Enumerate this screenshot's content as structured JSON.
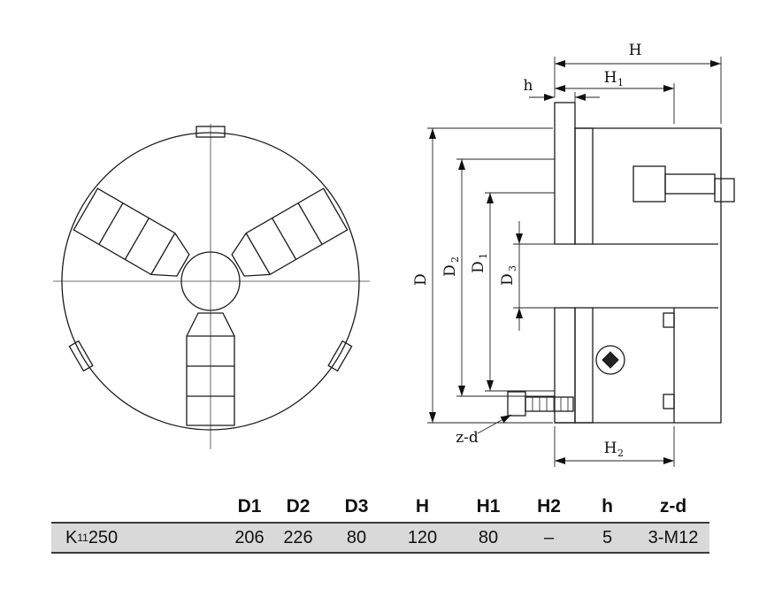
{
  "page": {
    "background": "#ffffff",
    "line_color": "#1b1b1b",
    "row_bg": "#d9d9d9"
  },
  "drawing": {
    "description": "three-jaw-chuck front view and cross-section side view",
    "dims": {
      "H": "H",
      "H1": {
        "main": "H",
        "sub": "1"
      },
      "H2": {
        "main": "H",
        "sub": "2"
      },
      "h": "h",
      "D": "D",
      "D1": {
        "main": "D",
        "sub": "1"
      },
      "D2": {
        "main": "D",
        "sub": "2"
      },
      "D3": {
        "main": "D",
        "sub": "3"
      },
      "zd": "z-d"
    }
  },
  "table": {
    "columns": [
      "D1",
      "D2",
      "D3",
      "H",
      "H1",
      "H2",
      "h",
      "z-d"
    ],
    "row": {
      "model": {
        "prefix": "K",
        "sub": "11",
        "rest": "250"
      },
      "values": [
        "206",
        "226",
        "80",
        "120",
        "80",
        "–",
        "5",
        "3-M12"
      ]
    }
  }
}
